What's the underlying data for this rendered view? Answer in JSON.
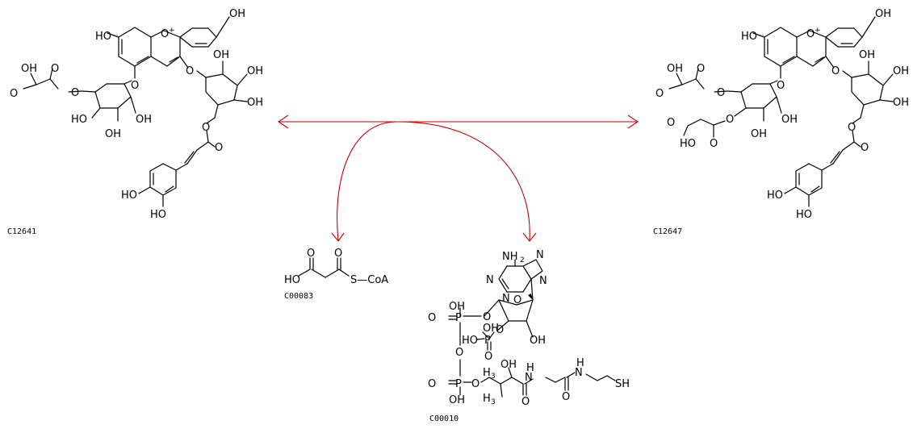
{
  "diagram": {
    "type": "kegg-reaction",
    "colors": {
      "reaction_arrow": "#cc0000",
      "structure": "#000000",
      "background": "#ffffff"
    }
  },
  "compounds": {
    "substrate": {
      "id": "C12641"
    },
    "product": {
      "id": "C12647"
    },
    "cosubstrate": {
      "id": "C00083"
    },
    "coproduct": {
      "id": "C00010"
    }
  },
  "atoms": {
    "HO": "HO",
    "OH": "OH",
    "O": "O",
    "Oplus": "O",
    "plus": "+",
    "P": "P",
    "N": "N",
    "H": "H",
    "NH": "N",
    "SH": "SH",
    "NH2": "NH",
    "two": "2",
    "three": "3",
    "H3C": "H",
    "SCoA": "S—CoA"
  }
}
